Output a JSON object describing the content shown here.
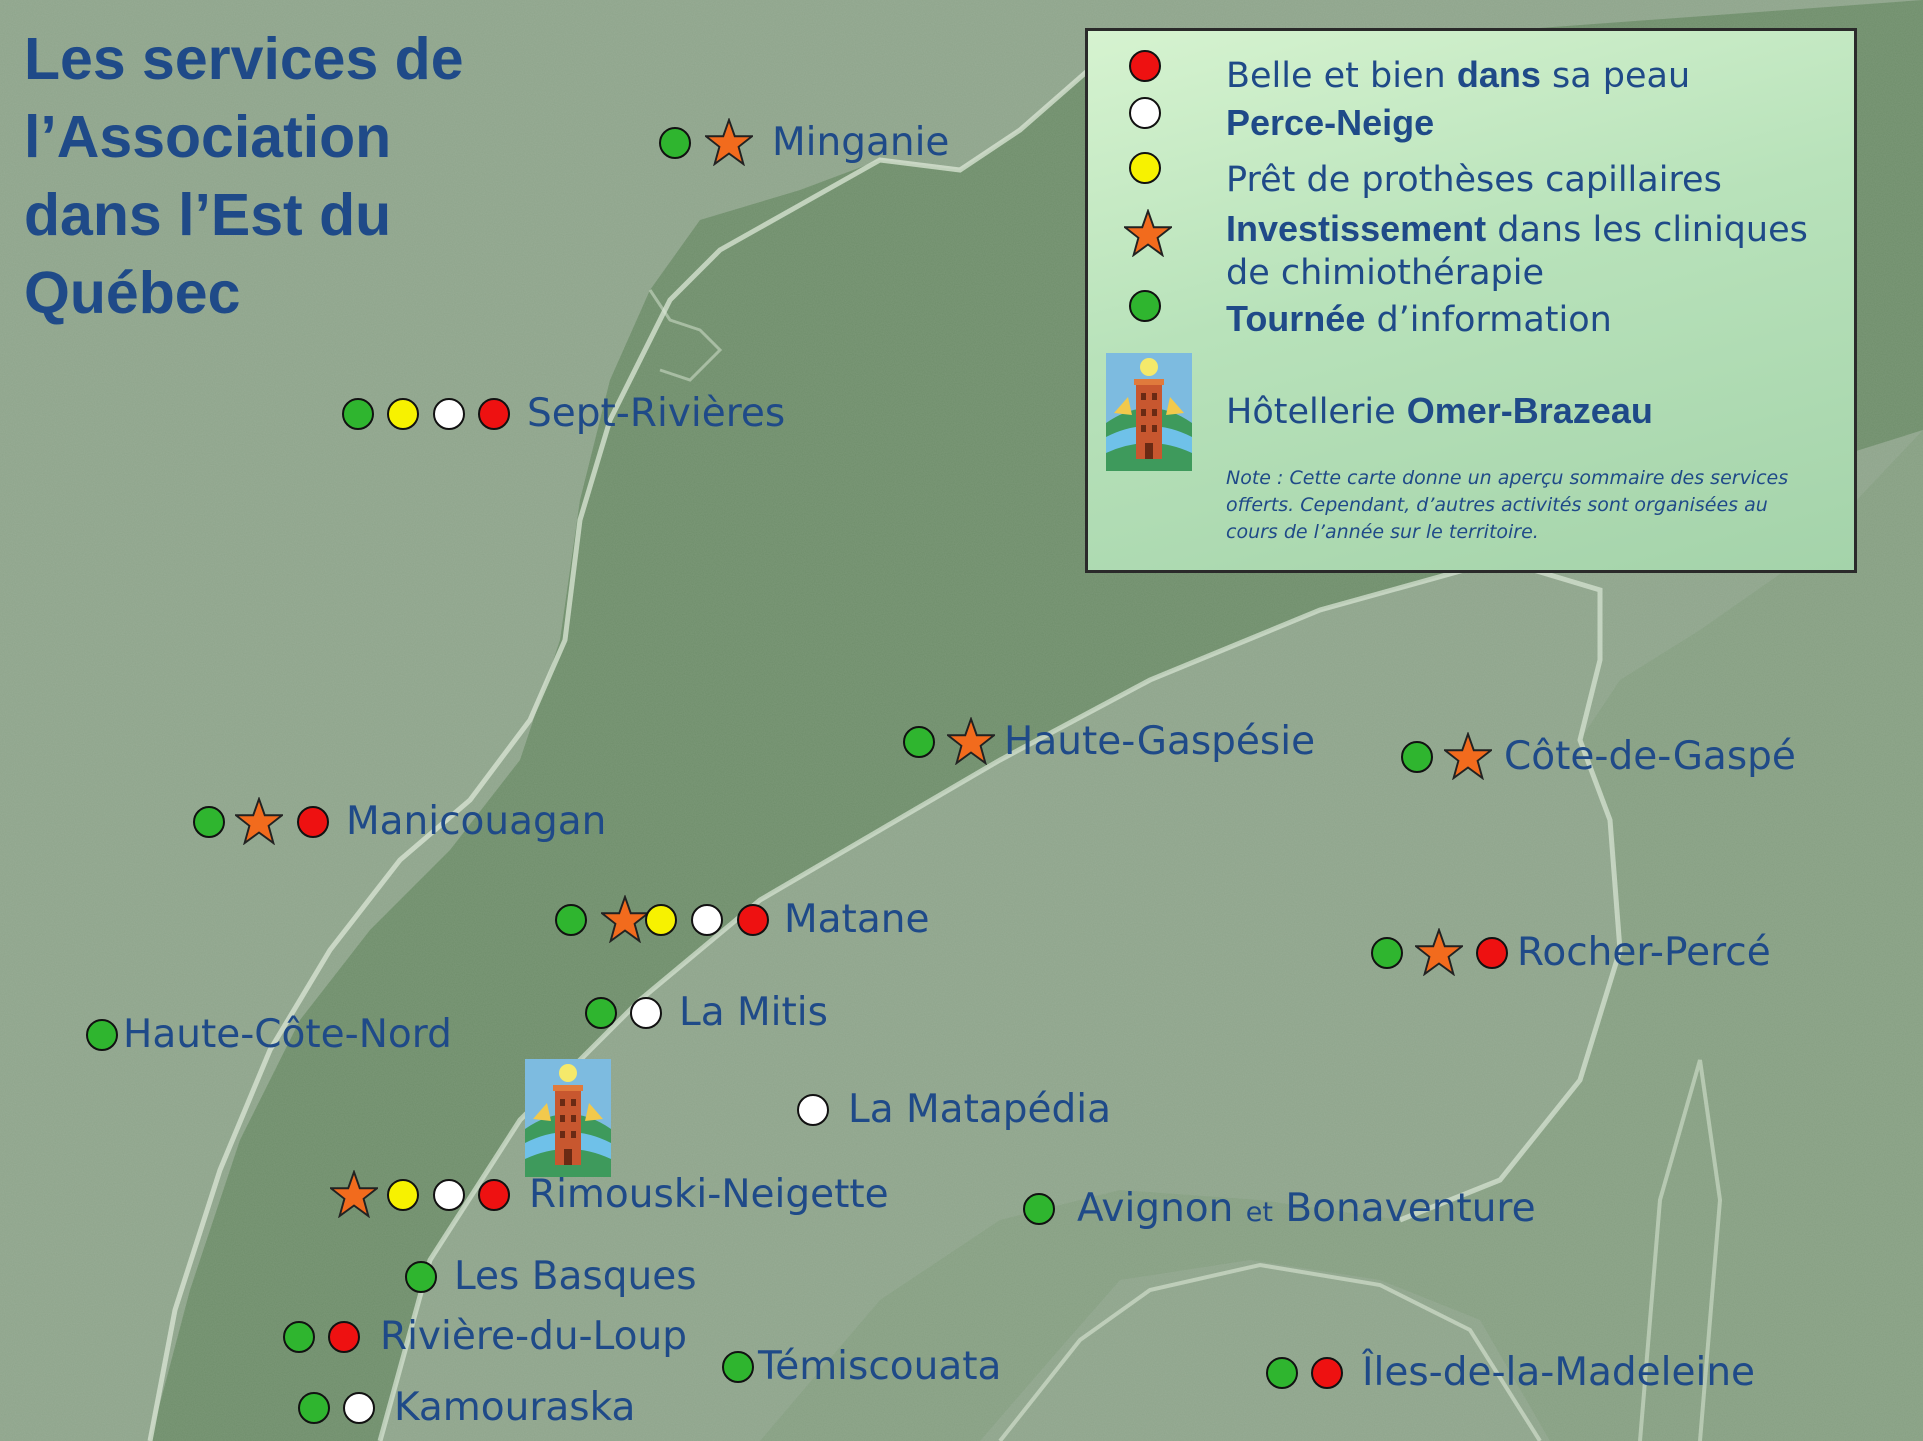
{
  "title": [
    "Les services de",
    "l’Association",
    "dans l’Est du",
    "Québec"
  ],
  "colors": {
    "title": "#1f4a88",
    "green": "#2fb52f",
    "red": "#ee1111",
    "yellow": "#f7f200",
    "white": "#ffffff",
    "star": "#f26b1d"
  },
  "legend": {
    "belle": {
      "pre": "Belle et bien ",
      "bold": "dans",
      "post": " sa peau",
      "symbol": "red-dot"
    },
    "perce": {
      "bold": "Perce-Neige",
      "symbol": "white-dot"
    },
    "pret": {
      "text": "Prêt de prothèses capillaires",
      "symbol": "yellow-dot"
    },
    "invest": {
      "bold": "Investissement",
      "post": " dans les cliniques",
      "line2": "de chimiothérapie",
      "symbol": "orange-star"
    },
    "tournee": {
      "bold": "Tournée",
      "post": " d’information",
      "symbol": "green-dot"
    },
    "hotel": {
      "pre": "Hôtellerie ",
      "bold": "Omer-Brazeau",
      "symbol": "tower-illustration"
    },
    "note": [
      "Note : Cette carte donne un aperçu sommaire des services",
      "offerts. Cependant, d’autres activités sont organisées au",
      "cours de l’année sur le territoire."
    ]
  },
  "places": [
    {
      "name": "Minganie",
      "services": [
        "green",
        "star"
      ]
    },
    {
      "name": "Sept-Rivières",
      "services": [
        "green",
        "yellow",
        "white",
        "red"
      ]
    },
    {
      "name": "Haute-Gaspésie",
      "services": [
        "green",
        "star"
      ]
    },
    {
      "name": "Côte-de-Gaspé",
      "services": [
        "green",
        "star"
      ]
    },
    {
      "name": "Manicouagan",
      "services": [
        "green",
        "star",
        "red"
      ]
    },
    {
      "name": "Matane",
      "services": [
        "green",
        "star",
        "yellow",
        "white",
        "red"
      ]
    },
    {
      "name": "Rocher-Percé",
      "services": [
        "green",
        "star",
        "red"
      ]
    },
    {
      "name": "Haute-Côte-Nord",
      "services": [
        "green"
      ]
    },
    {
      "name": "La Mitis",
      "services": [
        "green",
        "white"
      ]
    },
    {
      "name": "La Matapédia",
      "services": [
        "white"
      ]
    },
    {
      "name": "Rimouski-Neigette",
      "services": [
        "star",
        "yellow",
        "white",
        "red"
      ]
    },
    {
      "name_a": "Avignon",
      "name_conj": "et",
      "name_b": "Bonaventure",
      "services": [
        "green"
      ]
    },
    {
      "name": "Les Basques",
      "services": [
        "green"
      ]
    },
    {
      "name": "Rivière-du-Loup",
      "services": [
        "green",
        "red"
      ]
    },
    {
      "name": "Témiscouata",
      "services": [
        "green"
      ]
    },
    {
      "name": "Îles-de-la-Madeleine",
      "services": [
        "green",
        "red"
      ]
    },
    {
      "name": "Kamouraska",
      "services": [
        "green",
        "white"
      ]
    }
  ]
}
